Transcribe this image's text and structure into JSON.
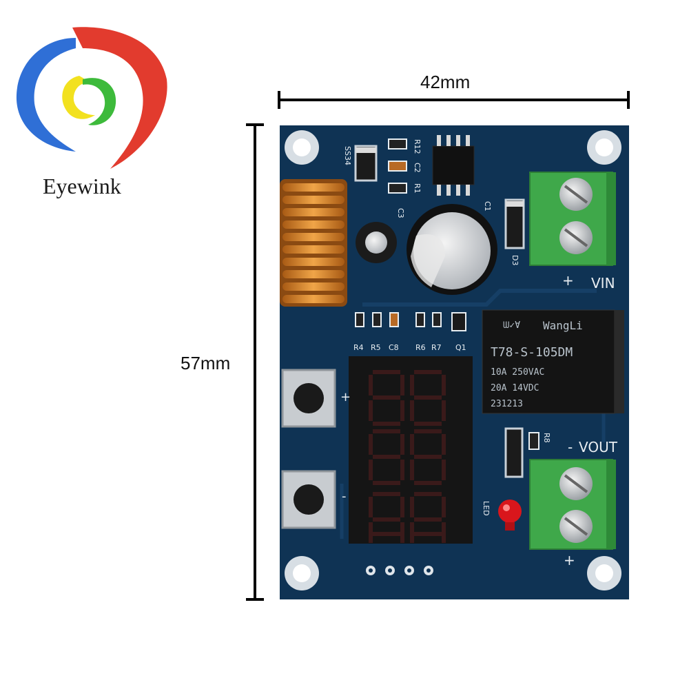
{
  "brand": {
    "name": "Eyewink"
  },
  "dimensions": {
    "width": "42mm",
    "height": "57mm"
  },
  "board": {
    "components": {
      "r12": "R12",
      "c2": "C2",
      "r1": "R1",
      "c1": "C1",
      "c3": "C3",
      "ss34": "SS34",
      "d3": "D3",
      "r4": "R4",
      "r5": "R5",
      "c8": "C8",
      "r6": "R6",
      "r7": "R7",
      "q1": "Q1",
      "r8": "R8",
      "led": "LED"
    },
    "terminals": {
      "vin_label": "VIN",
      "vout_label": "VOUT",
      "plus": "+",
      "minus": "-"
    },
    "relay": {
      "brand": "WangLi",
      "model": "T78-S-105DM",
      "rating_ac": "10A 250VAC",
      "rating_dc": "20A 14VDC",
      "date_code": "231213"
    },
    "buttons": {
      "plus": "+",
      "minus": "-"
    }
  },
  "colors": {
    "board": "#0f3354",
    "terminal": "#3fa84a",
    "logo_blue": "#2f6fd6",
    "logo_red": "#e23b2e",
    "logo_yellow": "#f2e11f",
    "logo_green": "#3dba3b"
  }
}
